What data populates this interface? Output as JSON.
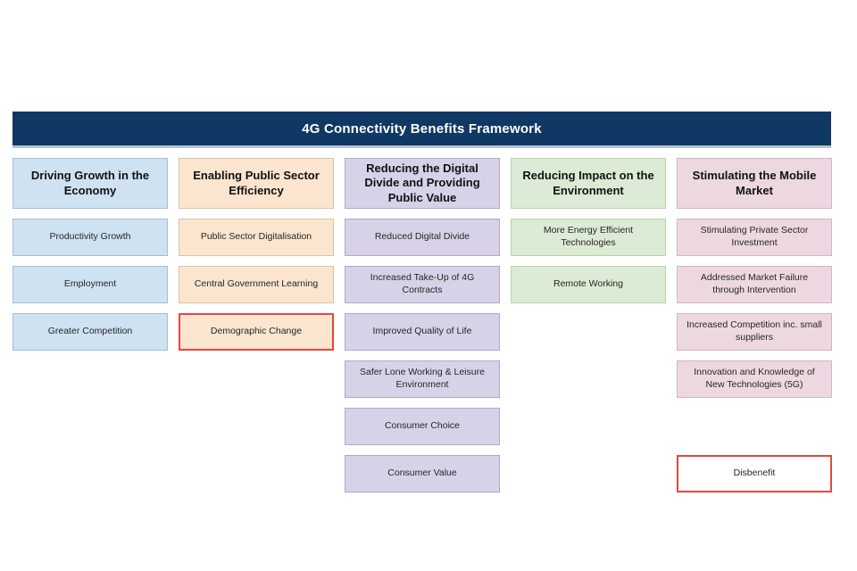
{
  "title_bar": {
    "label": "4G Connectivity Benefits Framework",
    "bg_color": "#0f3864",
    "text_color": "#ffffff",
    "bottom_shadow_color": "#b7c3d1"
  },
  "special": {
    "red_border_color": "#e8473d",
    "white_fill": "#ffffff"
  },
  "columns": [
    {
      "id": "economy",
      "header": "Driving Growth in the Economy",
      "fill": "#cfe2f2",
      "border": "#a3bfd8",
      "items": [
        {
          "label": "Productivity Growth",
          "row": 1
        },
        {
          "label": "Employment",
          "row": 2
        },
        {
          "label": "Greater Competition",
          "row": 3
        }
      ]
    },
    {
      "id": "public-sector",
      "header": "Enabling Public Sector Efficiency",
      "fill": "#fbe5cf",
      "border": "#d9c3a5",
      "items": [
        {
          "label": "Public Sector Digitalisation",
          "row": 1
        },
        {
          "label": "Central Government Learning",
          "row": 2
        },
        {
          "label": "Demographic Change",
          "row": 3,
          "red_border": true
        }
      ]
    },
    {
      "id": "digital-divide",
      "header": "Reducing the Digital Divide and Providing Public Value",
      "fill": "#d8d2e8",
      "border": "#b3a6ce",
      "items": [
        {
          "label": "Reduced Digital Divide",
          "row": 1
        },
        {
          "label": "Increased Take-Up of 4G Contracts",
          "row": 2
        },
        {
          "label": "Improved Quality of Life",
          "row": 3
        },
        {
          "label": "Safer Lone Working & Leisure Environment",
          "row": 4
        },
        {
          "label": "Consumer Choice",
          "row": 5
        },
        {
          "label": "Consumer Value",
          "row": 6
        }
      ]
    },
    {
      "id": "environment",
      "header": "Reducing Impact on the Environment",
      "fill": "#dcebd5",
      "border": "#b9d3ac",
      "items": [
        {
          "label": "More Energy Efficient Technologies",
          "row": 1
        },
        {
          "label": "Remote Working",
          "row": 2
        }
      ]
    },
    {
      "id": "mobile-market",
      "header": "Stimulating the Mobile Market",
      "fill": "#edd8e1",
      "border": "#d3b4c3",
      "items": [
        {
          "label": "Stimulating Private Sector Investment",
          "row": 1
        },
        {
          "label": "Addressed Market Failure through Intervention",
          "row": 2
        },
        {
          "label": "Increased Competition inc. small suppliers",
          "row": 3
        },
        {
          "label": "Innovation and Knowledge of New Technologies (5G)",
          "row": 4
        },
        {
          "label": "Disbenefit",
          "row": 6,
          "red_border": true,
          "white_fill": true
        }
      ]
    }
  ]
}
